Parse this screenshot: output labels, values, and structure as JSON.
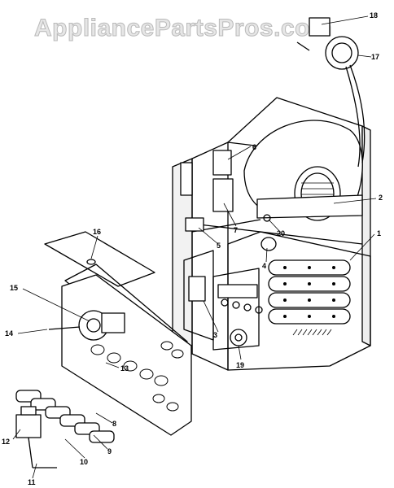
{
  "watermark": "AppliancePartsPros.com",
  "callouts": [
    "1",
    "2",
    "3",
    "4",
    "5",
    "6",
    "7",
    "8",
    "9",
    "10",
    "11",
    "12",
    "13",
    "14",
    "15",
    "16",
    "17",
    "18",
    "19",
    "20"
  ]
}
